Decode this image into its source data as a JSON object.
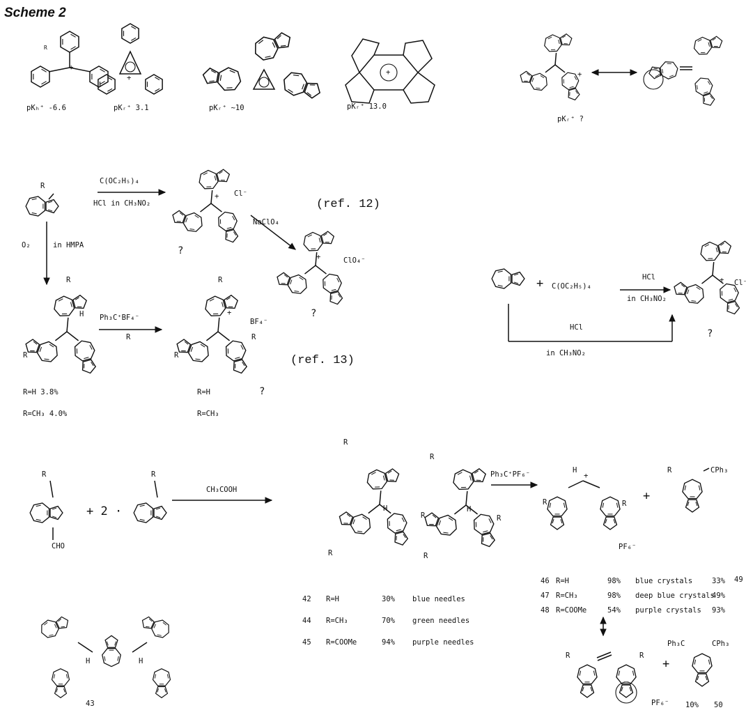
{
  "title": "Scheme 2",
  "top_row": {
    "trityl_pk": "pKₕ⁺ -6.6",
    "cyclopropenyl_pk": "pKᵣ⁺ 3.1",
    "azulenyl_cyclopropenyl_pk": "pKᵣ⁺ ~10",
    "bicyclic_pk": "pKᵣ⁺ 13.0",
    "triazulenyl_pk": "pKᵣ⁺ ?"
  },
  "middle_left": {
    "reagent_1": "C(OC₂H₅)₄",
    "solvent_1": "HCl in CH₃NO₂",
    "chloride": "Cl⁻",
    "ref_12": "(ref. 12)",
    "perchlorate_reagent": "NaClO₄",
    "perchlorate": "ClO₄⁻",
    "oxidation": "O₂",
    "oxidation_solvent": "in HMPA",
    "trityl_reagent": "Ph₃C⁺BF₄⁻",
    "tetrafluoroborate": "BF₄⁻",
    "ref_13": "(ref. 13)",
    "yield_h": "R=H    3.8%",
    "yield_ch3": "R=CH₃  4.0%",
    "product_h": "R=H",
    "product_ch3": "R=CH₃",
    "substituent": "R",
    "unknown": "?",
    "positive": "+",
    "hydrogen": "H"
  },
  "middle_right": {
    "plus": "+",
    "reagent": "C(OC₂H₅)₄",
    "acid": "HCl",
    "solvent": "in CH₃NO₂",
    "bottom_acid": "HCl",
    "bottom_solvent": "in CH₃NO₂",
    "chloride": "Cl⁻",
    "unknown": "?"
  },
  "bottom_left": {
    "aldehyde_group": "CHO",
    "reagent": "CH₃COOH",
    "coefficient": "+ 2 ·",
    "compound_43": "43",
    "substituent": "R",
    "hydrogen": "H",
    "products": [
      {
        "id": "42",
        "r": "R=H",
        "yield": "30%",
        "description": "blue needles"
      },
      {
        "id": "44",
        "r": "R=CH₃",
        "yield": "70%",
        "description": "green needles"
      },
      {
        "id": "45",
        "r": "R=COOMe",
        "yield": "94%",
        "description": "purple needles"
      }
    ]
  },
  "bottom_right": {
    "trityl_reagent": "Ph₃C⁺PF₆⁻",
    "hexafluorophosphate": "PF₆⁻",
    "triphenylmethyl": "CPh₃",
    "triphenylmethyl_left": "Ph₃C",
    "compound_49": "49",
    "compound_50": "50",
    "yield_50": "10%",
    "plus": "+",
    "substituent": "R",
    "hydrogen": "H",
    "positive": "+",
    "products": [
      {
        "id": "46",
        "r": "R=H",
        "yield": "98%",
        "description": "blue crystals",
        "yield_49": "33%"
      },
      {
        "id": "47",
        "r": "R=CH₃",
        "yield": "98%",
        "description": "deep blue crystals",
        "yield_49": "49%"
      },
      {
        "id": "48",
        "r": "R=COOMe",
        "yield": "54%",
        "description": "purple crystals",
        "yield_49": "93%"
      }
    ]
  }
}
